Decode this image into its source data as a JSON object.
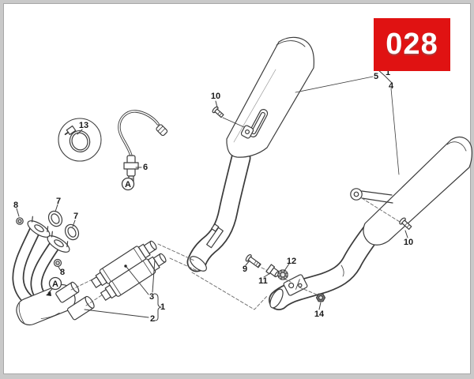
{
  "badge": {
    "number": "028"
  },
  "colors": {
    "badge_background": "#e01212",
    "badge_text": "#ffffff",
    "frame": "#c9c9c9",
    "drawing_lines": "#3c3c3c",
    "paper": "#ffffff"
  },
  "diagram": {
    "callouts": [
      {
        "label": "13"
      },
      {
        "label": "6"
      },
      {
        "label": "A"
      },
      {
        "label": "8"
      },
      {
        "label": "7"
      },
      {
        "label": "7"
      },
      {
        "label": "8"
      },
      {
        "label": "A"
      },
      {
        "label": "3"
      },
      {
        "label": "1"
      },
      {
        "label": "2"
      },
      {
        "label": "10"
      },
      {
        "label": "5"
      },
      {
        "label": "1"
      },
      {
        "label": "4"
      },
      {
        "label": "10"
      },
      {
        "label": "9"
      },
      {
        "label": "11"
      },
      {
        "label": "12"
      },
      {
        "label": "14"
      }
    ]
  }
}
